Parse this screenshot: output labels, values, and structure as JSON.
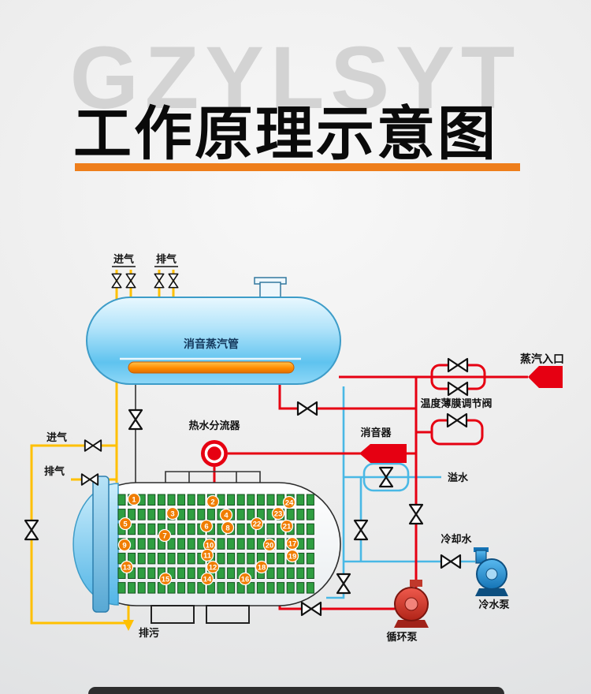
{
  "watermark": "GZYLSYT",
  "header": {
    "title": "工作原理示意图"
  },
  "colors": {
    "accent_orange": "#ee7e1b",
    "pipe_red": "#e60012",
    "pipe_yellow": "#ffc000",
    "pipe_cyan": "#49b8e5",
    "tank_blue": "#5fc3ef",
    "grid_green": "#2f9e41",
    "number_orange": "#f07d00",
    "pump_red": "#d9342b",
    "pump_blue": "#1e8fd5"
  },
  "diagram": {
    "top_valve_labels": {
      "intake": "进气",
      "exhaust": "排气"
    },
    "steam_tank_label": "消音蒸汽管",
    "steam_inlet": "蒸汽入口",
    "temp_valve": "温度薄膜调节阀",
    "silencer": "消音器",
    "splitter": "热水分流器",
    "overflow": "溢水",
    "left_valve_labels": {
      "intake": "进气",
      "exhaust": "排气"
    },
    "cooling_water": "冷却水",
    "cold_pump": "冷水泵",
    "circ_pump": "循环泵",
    "drain": "排污",
    "tube_numbers": [
      1,
      2,
      3,
      4,
      5,
      6,
      7,
      8,
      9,
      10,
      11,
      12,
      13,
      14,
      15,
      16,
      17,
      18,
      19,
      20,
      21,
      22,
      23,
      24
    ]
  }
}
